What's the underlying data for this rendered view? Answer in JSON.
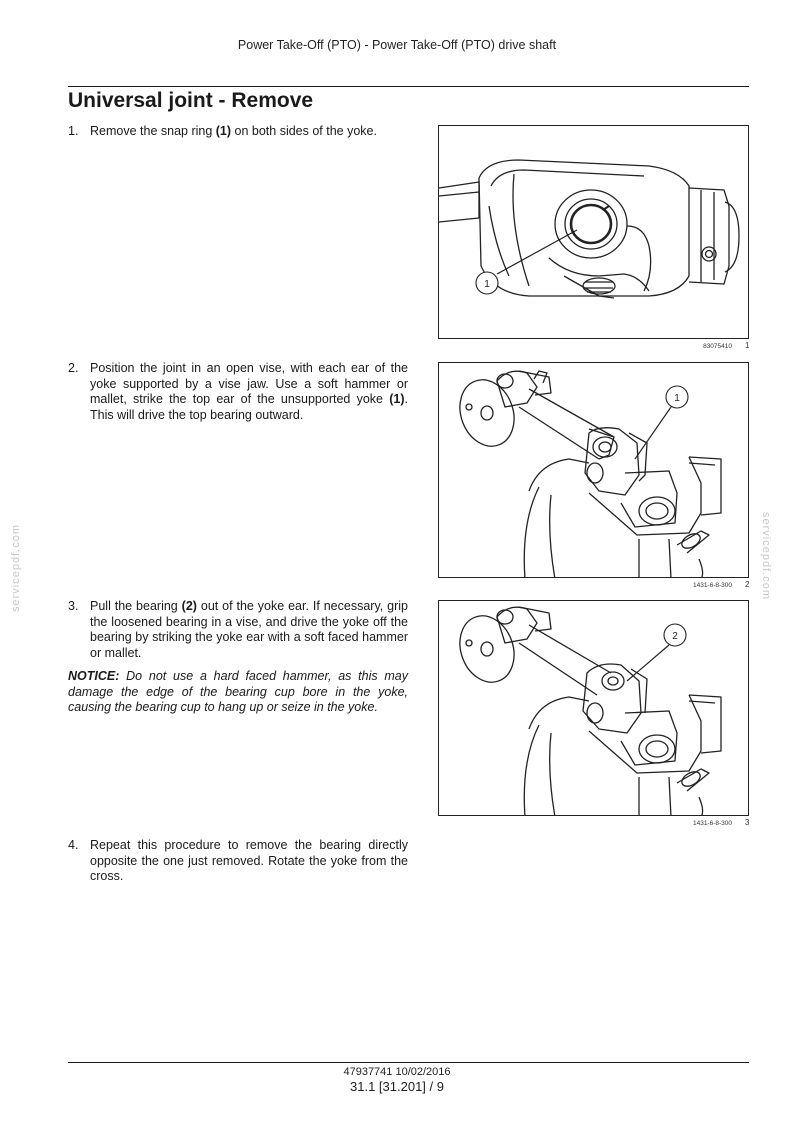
{
  "header": {
    "text": "Power Take-Off (PTO) - Power Take-Off (PTO) drive shaft"
  },
  "title": "Universal joint - Remove",
  "steps": [
    {
      "num": "1.",
      "parts": [
        "Remove the snap ring ",
        "(1)",
        " on both sides of the yoke."
      ]
    },
    {
      "num": "2.",
      "parts": [
        "Position the joint in an open vise, with each ear of the yoke supported by a vise jaw.  Use a soft hammer or mallet, strike the top ear of the unsupported yoke ",
        "(1)",
        ". This will drive the top bearing outward."
      ]
    },
    {
      "num": "3.",
      "parts": [
        "Pull the bearing ",
        "(2)",
        " out of the yoke ear.  If necessary, grip the loosened bearing in a vise, and drive the yoke off the bearing by striking the yoke ear with a soft faced hammer or mallet."
      ]
    },
    {
      "num": "4.",
      "parts": [
        "Repeat this procedure to remove the bearing directly opposite the one just removed.  Rotate the yoke from the cross."
      ]
    }
  ],
  "notice": {
    "label": "NOTICE:",
    "text": " Do not use a hard faced hammer, as this may damage the edge of the bearing cup bore in the yoke, causing the bearing cup to hang up or seize in the yoke."
  },
  "figures": [
    {
      "callout": "1",
      "caption": "83075410",
      "number": "1"
    },
    {
      "callout": "1",
      "caption": "1431-6-8-300",
      "number": "2"
    },
    {
      "callout": "2",
      "caption": "1431-6-8-300",
      "number": "3"
    }
  ],
  "watermark": "servicepdf.com",
  "footer": {
    "doc": "47937741 10/02/2016",
    "page": "31.1 [31.201] / 9"
  }
}
